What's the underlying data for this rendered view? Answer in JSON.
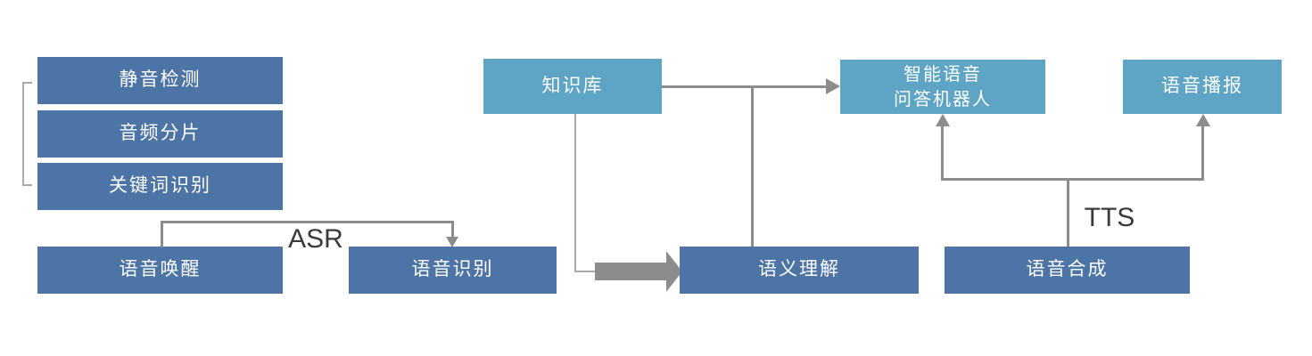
{
  "diagram": {
    "type": "flowchart",
    "boxes": [
      {
        "id": "silence-detection",
        "label": "静音检测",
        "variant": "dark"
      },
      {
        "id": "audio-segmentation",
        "label": "音频分片",
        "variant": "dark"
      },
      {
        "id": "keyword-recognition",
        "label": "关键词识别",
        "variant": "dark"
      },
      {
        "id": "voice-wakeup",
        "label": "语音唤醒",
        "variant": "dark"
      },
      {
        "id": "speech-recognition",
        "label": "语音识别",
        "variant": "dark"
      },
      {
        "id": "knowledge-base",
        "label": "知识库",
        "variant": "light"
      },
      {
        "id": "semantic-understanding",
        "label": "语义理解",
        "variant": "dark"
      },
      {
        "id": "qa-robot",
        "label": "智能语音问答机器人",
        "lines": [
          "智能语音",
          "问答机器人"
        ],
        "variant": "light"
      },
      {
        "id": "voice-broadcast",
        "label": "语音播报",
        "variant": "light"
      },
      {
        "id": "speech-synthesis",
        "label": "语音合成",
        "variant": "dark"
      }
    ],
    "connector_labels": {
      "asr": "ASR",
      "tts": "TTS"
    },
    "edges": [
      {
        "from": "voice-wakeup",
        "to": "speech-recognition",
        "label": "ASR",
        "style": "thin"
      },
      {
        "from": "knowledge-base",
        "to": "qa-robot",
        "label": "",
        "style": "thin"
      },
      {
        "from": "semantic-understanding",
        "to": "qa-robot",
        "label": "",
        "style": "thin"
      },
      {
        "from": "knowledge-base",
        "to": "semantic-understanding",
        "label": "",
        "style": "thick"
      },
      {
        "from": "speech-synthesis",
        "to": "qa-robot",
        "label": "TTS",
        "style": "thin"
      },
      {
        "from": "speech-synthesis",
        "to": "voice-broadcast",
        "label": "TTS",
        "style": "thin"
      }
    ],
    "bracket_groups": [
      [
        "silence-detection",
        "audio-segmentation",
        "keyword-recognition"
      ]
    ],
    "colors": {
      "dark_box": "#4C74A5",
      "light_box": "#5EA4C5",
      "box_text": "#FFFFFF",
      "connector": "#8C8C8C",
      "kb_connector": "#A9A9A9",
      "bracket": "#A9A9A9",
      "label_text": "#3A3A3A",
      "background": "#FFFFFF"
    }
  }
}
